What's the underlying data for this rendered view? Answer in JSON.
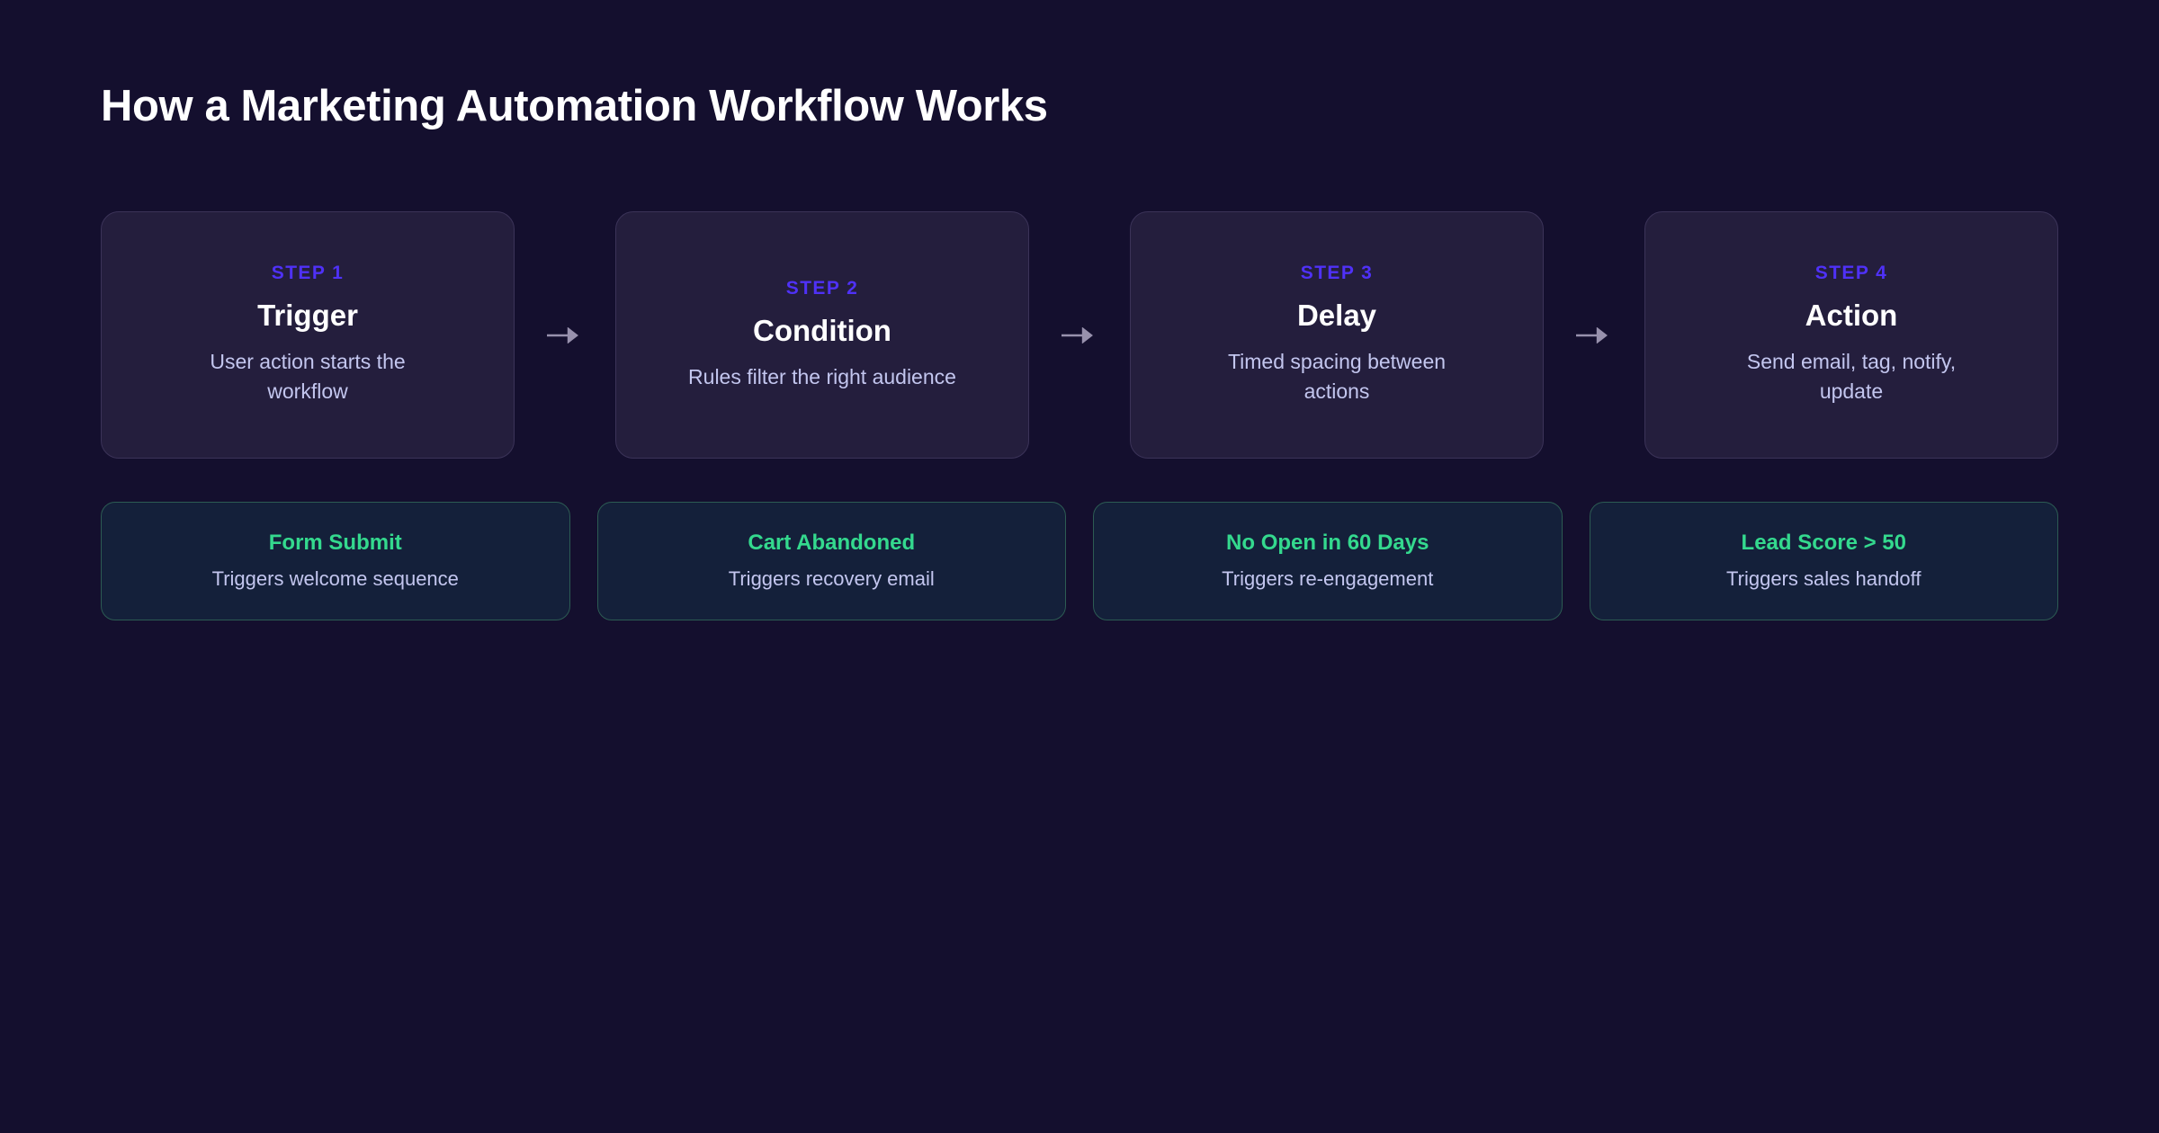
{
  "title": "How a Marketing Automation Workflow Works",
  "colors": {
    "background": "#140f2e",
    "step_card_bg": "#241e3d",
    "step_card_border": "#3b3358",
    "step_eyebrow": "#4f31f7",
    "step_name": "#ffffff",
    "body_text": "#c3c6ef",
    "example_card_bg": "#14203a",
    "example_card_border": "#2c5b53",
    "example_accent": "#34d98e",
    "arrow": "#9891ad"
  },
  "arrow_icon": "arrow-right-icon",
  "steps": [
    {
      "eyebrow": "STEP 1",
      "name": "Trigger",
      "desc": "User action starts the workflow"
    },
    {
      "eyebrow": "STEP 2",
      "name": "Condition",
      "desc": "Rules filter the right audience"
    },
    {
      "eyebrow": "STEP 3",
      "name": "Delay",
      "desc": "Timed spacing between actions"
    },
    {
      "eyebrow": "STEP 4",
      "name": "Action",
      "desc": "Send email, tag, notify, update"
    }
  ],
  "examples": [
    {
      "title": "Form Submit",
      "desc": "Triggers welcome sequence"
    },
    {
      "title": "Cart Abandoned",
      "desc": "Triggers recovery email"
    },
    {
      "title": "No Open in 60 Days",
      "desc": "Triggers re-engagement"
    },
    {
      "title": "Lead Score > 50",
      "desc": "Triggers sales handoff"
    }
  ]
}
